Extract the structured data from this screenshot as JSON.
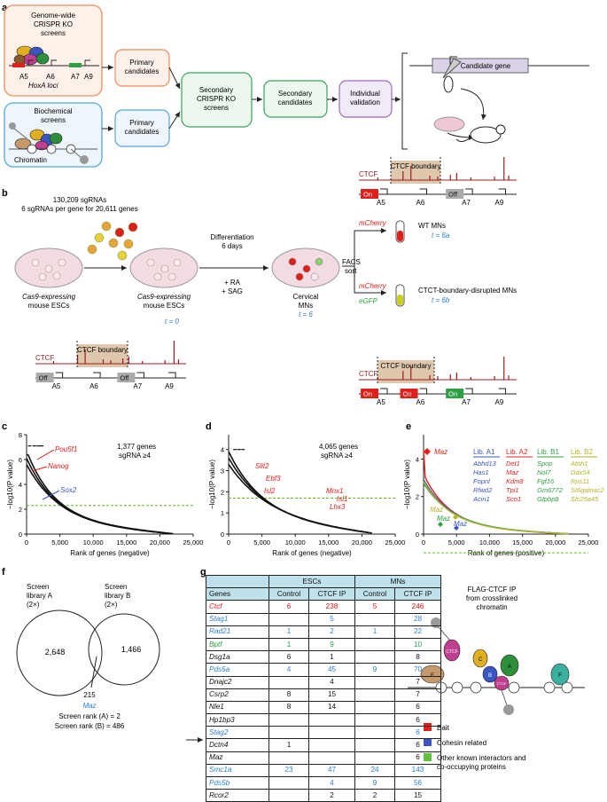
{
  "panels": {
    "a": "a",
    "b": "b",
    "c": "c",
    "d": "d",
    "e": "e",
    "f": "f",
    "g": "g"
  },
  "colors": {
    "red": "#e0201b",
    "blue": "#2e7fd1",
    "green": "#2ea043",
    "olive": "#b5b52a",
    "tan": "#d7b99a",
    "track": "#9b1c1c"
  },
  "a": {
    "box_genome": "Genome-wide CRISPR KO screens",
    "box_biochem": "Biochemical screens",
    "genes": [
      "A5",
      "A6",
      "A7",
      "A9"
    ],
    "hoxa": "HoxA loci",
    "chromatin": "Chromatin",
    "primary1": "Primary candidates",
    "primary2": "Primary candidates",
    "secondary_screens": "Secondary CRISPR KO screens",
    "secondary_candidates": "Secondary candidates",
    "individual": "Individual validation",
    "candidate_gene": "Candidate gene"
  },
  "b": {
    "library": "130,209 sgRNAs",
    "library2": "6 sgRNAs per gene for 20,611 genes",
    "differentiation": "Differentiation",
    "days": "6 days",
    "ra": "+ RA",
    "sag": "+ SAG",
    "cas9_a": "Cas9-expressing",
    "cas9_b": "mouse ESCs",
    "cas9_c": "Cas9-expressing",
    "cas9_d": "mouse ESCs",
    "t0": "t = 0",
    "cervical": "Cervical",
    "mns": "MNs",
    "t6": "t = 6",
    "facs": "FACS",
    "sort": "sort",
    "mcherry": "mCherry",
    "egfp": "eGFP",
    "wt": "WT MNs",
    "t6a": "t = 6a",
    "disrupted": "CTCT-boundary-disrupted MNs",
    "t6b": "t = 6b",
    "ctcf": "CTCF",
    "boundary": "CTCF boundary",
    "on": "On",
    "off": "Off"
  },
  "c": {
    "ylabel": "−log10(P value)",
    "xlabel": "Rank of genes (negative)",
    "genes_count": "1,377 genes",
    "sgrna": "sgRNA ≥4",
    "highlight": [
      "Pou5f1",
      "Nanog",
      "Sox2"
    ],
    "xticks": [
      "0",
      "5,000",
      "10,000",
      "15,000",
      "20,000",
      "25,000"
    ],
    "yticks": [
      "0",
      "2",
      "4",
      "6",
      "8"
    ]
  },
  "d": {
    "ylabel": "−log10(P value)",
    "xlabel": "Rank of genes (negative)",
    "genes_count": "4,065 genes",
    "sgrna": "sgRNA ≥4",
    "highlight": [
      "Slit2",
      "Ebf3",
      "Isl2",
      "Mnx1",
      "Isl1",
      "Lhx3"
    ],
    "xticks": [
      "0",
      "5,000",
      "10,000",
      "15,000",
      "20,000",
      "25,000"
    ],
    "yticks": [
      "0",
      "1",
      "2",
      "3",
      "4"
    ]
  },
  "e": {
    "ylabel": "−log10(P value)",
    "xlabel": "Rank of genes (positive)",
    "maz": "Maz",
    "xticks": [
      "0",
      "5,000",
      "10,000",
      "15,000",
      "20,000",
      "25,000"
    ],
    "yticks": [
      "0",
      "2",
      "4"
    ],
    "lib_a1": {
      "title": "Lib. A1",
      "genes": [
        "Abhd13",
        "Has1",
        "Fopnl",
        "Rfwd2",
        "Acin1"
      ]
    },
    "lib_a2": {
      "title": "Lib. A2",
      "genes": [
        "Det1",
        "Maz",
        "Kdm8",
        "Tpi1",
        "Sco1"
      ]
    },
    "lib_b1": {
      "title": "Lib. B1",
      "genes": [
        "Spop",
        "Nol7",
        "Fgf16",
        "Gm6772",
        "Gtpbp8"
      ]
    },
    "lib_b2": {
      "title": "Lib. B2",
      "genes": [
        "Atoh1",
        "Ddx54",
        "Rps11",
        "St6galnac2",
        "Slc25a45"
      ]
    }
  },
  "f": {
    "lib_a": "Screen library A (2×)",
    "lib_b": "Screen library B (2×)",
    "only_a": "2,648",
    "only_b": "1,466",
    "overlap": "215",
    "maz": "Maz",
    "rank_a": "Screen rank (A) = 2",
    "rank_b": "Screen rank (B) = 486"
  },
  "g": {
    "headers": {
      "genes": "Genes",
      "escs": "ESCs",
      "mns": "MNs",
      "control": "Control",
      "ctcf_ip": "CTCF IP"
    },
    "rows": [
      {
        "gene": "Ctcf",
        "cls": "c-red",
        "v": [
          "6",
          "238",
          "5",
          "246"
        ]
      },
      {
        "gene": "Stag1",
        "cls": "c-blue",
        "v": [
          "",
          "5",
          "",
          "28"
        ]
      },
      {
        "gene": "Rad21",
        "cls": "c-blue",
        "v": [
          "1",
          "2",
          "1",
          "22"
        ]
      },
      {
        "gene": "Bptf",
        "cls": "c-green",
        "v": [
          "1",
          "9",
          "",
          "10"
        ]
      },
      {
        "gene": "Dsg1a",
        "cls": "",
        "v": [
          "6",
          "1",
          "",
          "8"
        ]
      },
      {
        "gene": "Pds5a",
        "cls": "c-blue",
        "v": [
          "4",
          "45",
          "9",
          "70"
        ]
      },
      {
        "gene": "Dnajc2",
        "cls": "",
        "v": [
          "",
          "4",
          "",
          "7"
        ]
      },
      {
        "gene": "Csrp2",
        "cls": "",
        "v": [
          "8",
          "15",
          "",
          "7"
        ]
      },
      {
        "gene": "Nle1",
        "cls": "",
        "v": [
          "8",
          "14",
          "",
          "6"
        ]
      },
      {
        "gene": "Hp1bp3",
        "cls": "",
        "v": [
          "",
          "",
          "",
          "6"
        ]
      },
      {
        "gene": "Stag2",
        "cls": "c-blue",
        "v": [
          "",
          "",
          "",
          "6"
        ]
      },
      {
        "gene": "Dctn4",
        "cls": "",
        "v": [
          "1",
          "",
          "",
          "6"
        ]
      },
      {
        "gene": "Maz",
        "cls": "",
        "v": [
          "",
          "",
          "",
          "6"
        ]
      },
      {
        "gene": "Smc1a",
        "cls": "c-blue",
        "v": [
          "23",
          "47",
          "24",
          "143"
        ]
      },
      {
        "gene": "Pds5b",
        "cls": "c-blue",
        "v": [
          "",
          "4",
          "9",
          "56"
        ]
      },
      {
        "gene": "Rcor2",
        "cls": "",
        "v": [
          "",
          "2",
          "2",
          "15"
        ]
      }
    ],
    "ip_title1": "FLAG-CTCF IP",
    "ip_title2": "from crosslinked",
    "ip_title3": "chromatin",
    "legend": [
      {
        "label": "Bait",
        "color": "#e0201b"
      },
      {
        "label": "Cohesin related",
        "color": "#3a56c4"
      },
      {
        "label": "Other known interactors and co-occupying proteins",
        "color": "#5fc23a"
      }
    ]
  }
}
